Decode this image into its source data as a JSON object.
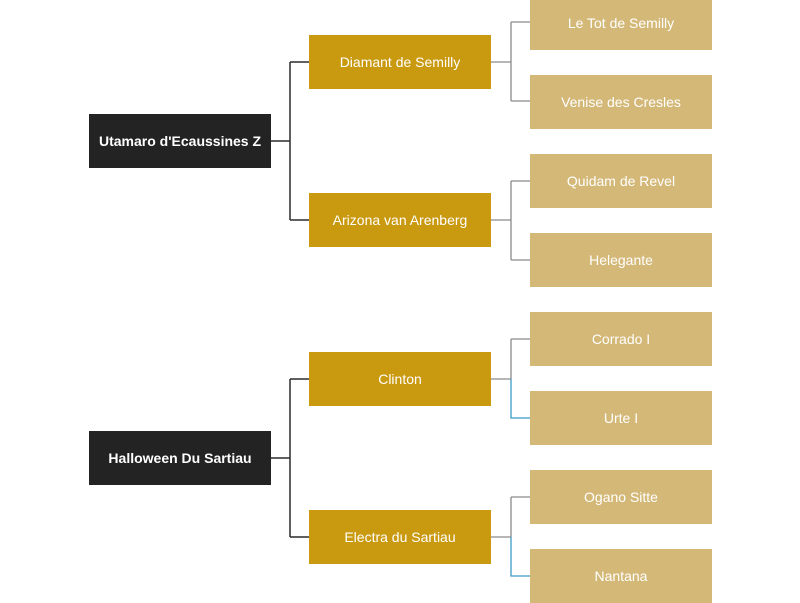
{
  "colors": {
    "root_node": "#232323",
    "parent_node": "#c9990f",
    "grandparent_node": "#d4b877",
    "connector_dark": "#2b2b2b",
    "connector_gray": "#8a8a8a",
    "connector_blue": "#3b9ac8"
  },
  "tree": {
    "sire": {
      "name": "Utamaro d'Ecaussines Z",
      "sire": {
        "name": "Diamant de Semilly",
        "sire": "Le Tot de Semilly",
        "dam": "Venise des Cresles"
      },
      "dam": {
        "name": "Arizona van Arenberg",
        "sire": "Quidam de Revel",
        "dam": "Helegante"
      }
    },
    "dam": {
      "name": "Halloween Du Sartiau",
      "sire": {
        "name": "Clinton",
        "sire": "Corrado I",
        "dam": "Urte I"
      },
      "dam": {
        "name": "Electra du Sartiau",
        "sire": "Ogano Sitte",
        "dam": "Nantana"
      }
    }
  }
}
